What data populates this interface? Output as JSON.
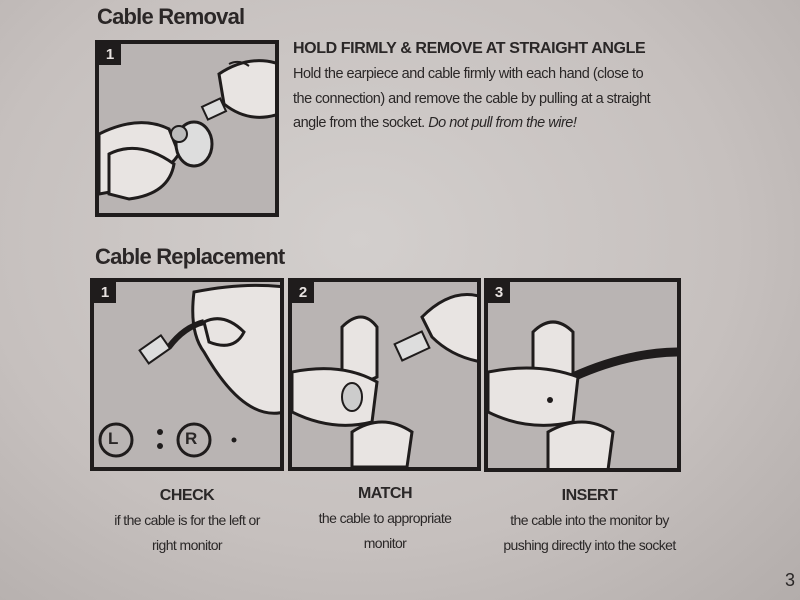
{
  "removal": {
    "title": "Cable Removal",
    "step_number": "1",
    "heading": "HOLD FIRMLY & REMOVE AT STRAIGHT ANGLE",
    "body_lines": [
      "Hold the earpiece and cable firmly with each hand (close to",
      "the connection) and remove the cable by pulling at a straight",
      "angle from the socket. "
    ],
    "body_emphasis": "Do not pull from the wire!"
  },
  "replacement": {
    "title": "Cable Replacement",
    "steps": [
      {
        "number": "1",
        "label": "CHECK",
        "lines": [
          "if the cable is for the left or",
          "right monitor"
        ],
        "left_marker": "L",
        "right_marker": "R"
      },
      {
        "number": "2",
        "label": "MATCH",
        "lines": [
          "the cable to appropriate",
          "monitor"
        ]
      },
      {
        "number": "3",
        "label": "INSERT",
        "lines": [
          "the cable into the monitor by",
          "pushing directly into the socket"
        ]
      }
    ]
  },
  "page_number": "3"
}
